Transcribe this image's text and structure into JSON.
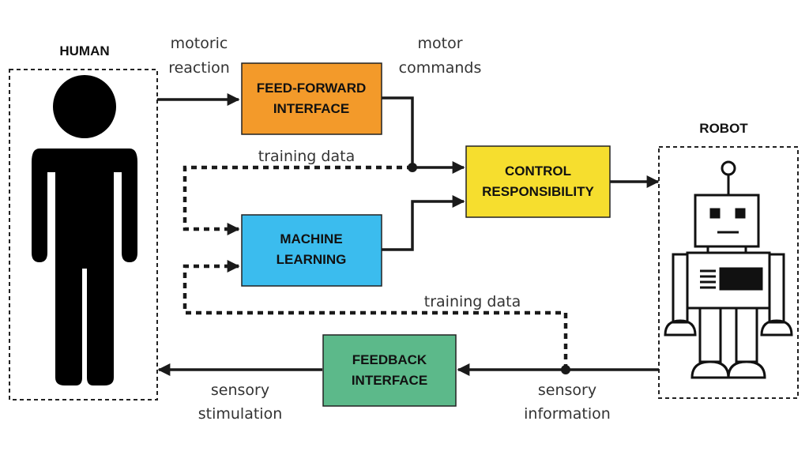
{
  "human": {
    "title": "HUMAN"
  },
  "robot": {
    "title": "ROBOT"
  },
  "boxes": {
    "feed_forward": {
      "line1": "FEED-FORWARD",
      "line2": "INTERFACE",
      "color": "#f39a2a"
    },
    "machine_learning": {
      "line1": "MACHINE",
      "line2": "LEARNING",
      "color": "#3bbcee"
    },
    "control": {
      "line1": "CONTROL",
      "line2": "RESPONSIBILITY",
      "color": "#f6de2e"
    },
    "feedback": {
      "line1": "FEEDBACK",
      "line2": "INTERFACE",
      "color": "#5cb98a"
    }
  },
  "labels": {
    "motoric_reaction": [
      "motoric",
      "reaction"
    ],
    "motor_commands": [
      "motor",
      "commands"
    ],
    "training_data_top": "training data",
    "training_data_bottom": "training data",
    "sensory_stimulation": [
      "sensory",
      "stimulation"
    ],
    "sensory_information": [
      "sensory",
      "information"
    ]
  }
}
